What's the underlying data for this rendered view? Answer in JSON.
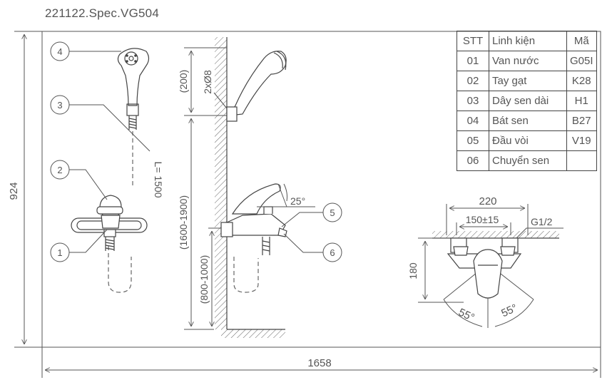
{
  "title": "221122.Spec.VG504",
  "table": {
    "headers": [
      "STT",
      "Linh kiện",
      "Mã"
    ],
    "rows": [
      [
        "01",
        "Van nước",
        "G05I"
      ],
      [
        "02",
        "Tay gạt",
        "K28"
      ],
      [
        "03",
        "Dây sen dài",
        "H1"
      ],
      [
        "04",
        "Bát sen",
        "B27"
      ],
      [
        "05",
        "Đầu vòi",
        "V19"
      ],
      [
        "06",
        "Chuyển sen",
        ""
      ]
    ]
  },
  "callouts": [
    "1",
    "2",
    "3",
    "4",
    "5",
    "6"
  ],
  "dimensions": {
    "height_total": "924",
    "width_total": "1658",
    "hose_length": "L= 1500",
    "mount_holes": "2xØ8",
    "holder_offset": "(200)",
    "shower_height": "(1600-1900)",
    "spout_height": "(800-1000)",
    "spout_angle": "25°",
    "outer_width": "220",
    "center_distance": "150±15",
    "thread": "G1/2",
    "body_depth": "180",
    "swing_left": "55°",
    "swing_right": "55°"
  },
  "colors": {
    "line": "#444444",
    "text": "#555555",
    "background": "#ffffff"
  }
}
